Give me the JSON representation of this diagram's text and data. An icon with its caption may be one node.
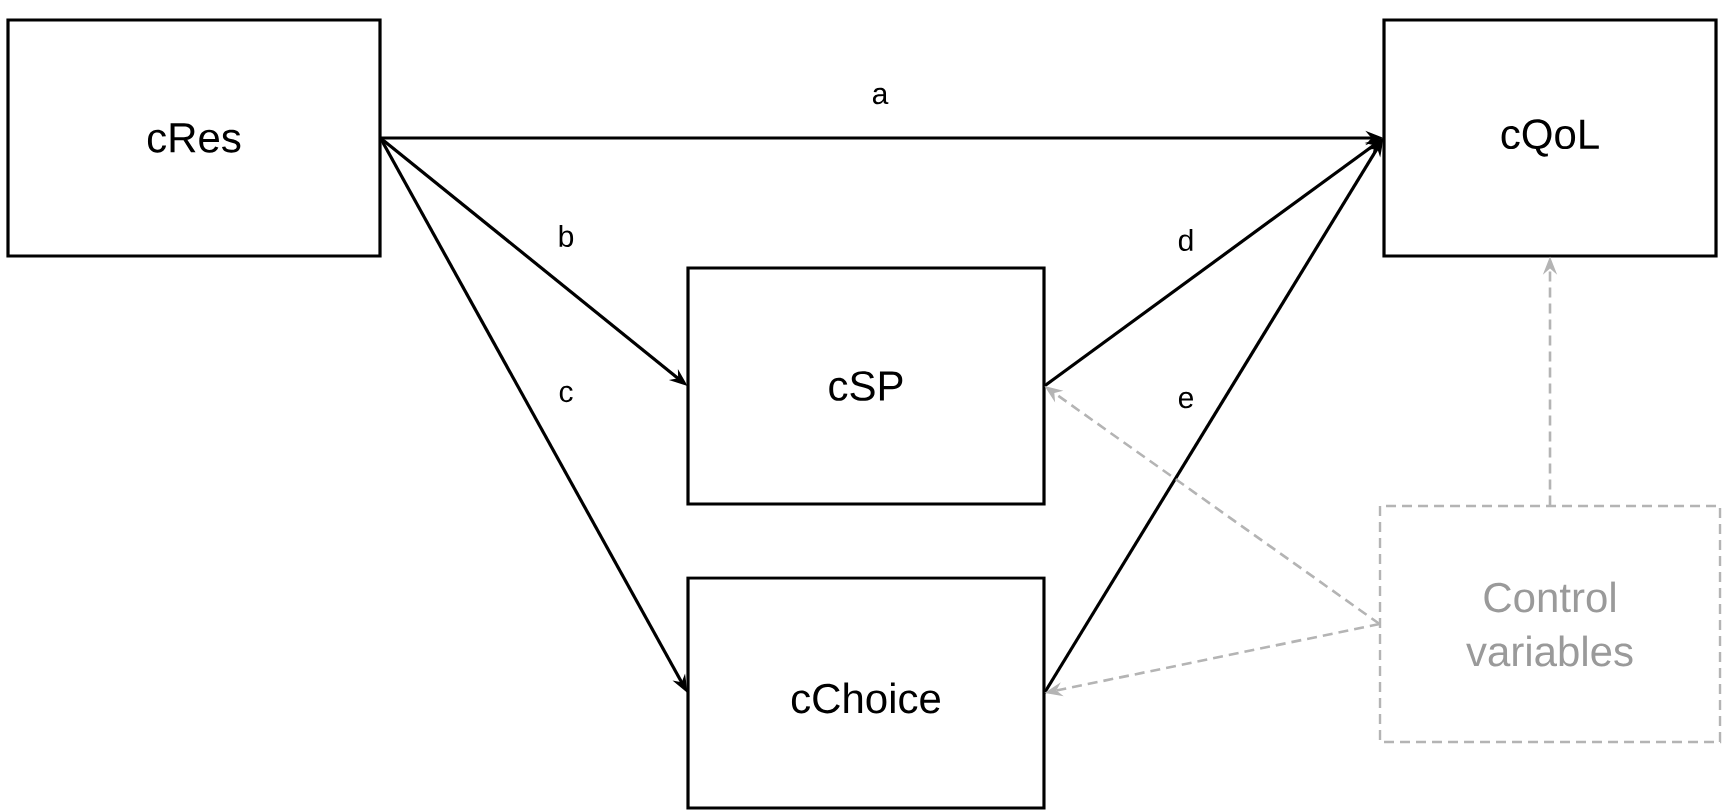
{
  "diagram": {
    "nodes": [
      {
        "text": [
          "cRes"
        ]
      },
      {
        "text": [
          "cQoL"
        ]
      },
      {
        "text": [
          "cSP"
        ]
      },
      {
        "text": [
          "cChoice"
        ]
      },
      {
        "text": [
          "Control variables"
        ]
      }
    ],
    "edges": [
      {
        "from": 0,
        "to": 1,
        "arrow": "to",
        "label": "a"
      },
      {
        "from": 0,
        "to": 2,
        "arrow": "to",
        "label": "b"
      },
      {
        "from": 0,
        "to": 3,
        "arrow": "to",
        "label": "c"
      },
      {
        "from": 2,
        "to": 1,
        "arrow": "to",
        "label": "d"
      },
      {
        "from": 3,
        "to": 1,
        "arrow": "to",
        "label": "e"
      },
      {
        "from": 4,
        "to": 2,
        "arrow": "to",
        "style": "dashed",
        "color": "#b4b4b4"
      },
      {
        "from": 4,
        "to": 3,
        "arrow": "to",
        "style": "dashed",
        "color": "#b4b4b4"
      },
      {
        "from": 4,
        "to": 1,
        "arrow": "to",
        "style": "dashed",
        "color": "#b4b4b4"
      }
    ]
  }
}
